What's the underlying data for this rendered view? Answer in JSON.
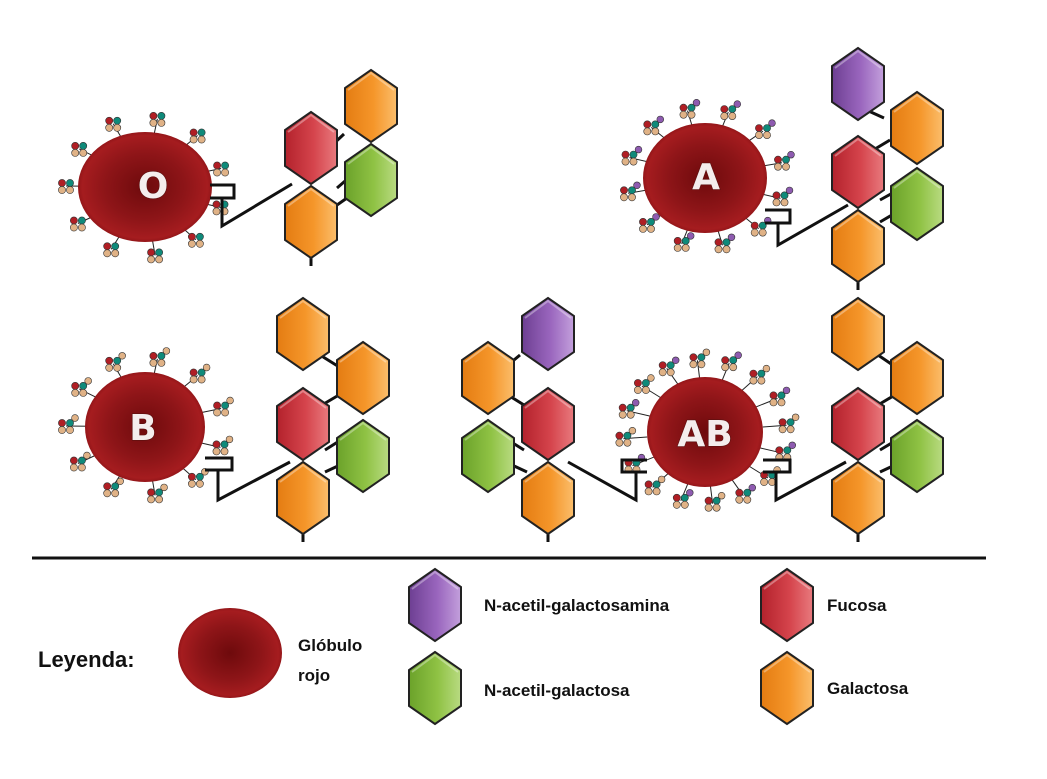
{
  "blood_groups": [
    {
      "label": "O"
    },
    {
      "label": "A"
    },
    {
      "label": "B"
    },
    {
      "label": "AB"
    }
  ],
  "legend": {
    "title": "Leyenda:",
    "cell_label_line1": "Glóbulo",
    "cell_label_line2": "rojo",
    "items": [
      {
        "key": "nag",
        "label": "N-acetil-galactosamina"
      },
      {
        "key": "fuc",
        "label": "Fucosa"
      },
      {
        "key": "nac",
        "label": "N-acetil-galactosa"
      },
      {
        "key": "gal",
        "label": "Galactosa"
      }
    ]
  },
  "colors": {
    "nag": "#8e5bb0",
    "fuc": "#c8313b",
    "nac": "#84b83c",
    "gal": "#f08c1c",
    "cell": "#8c1416",
    "teal": "#0f8a7a",
    "tan": "#e0b286",
    "antigen_red": "#b01e24"
  }
}
